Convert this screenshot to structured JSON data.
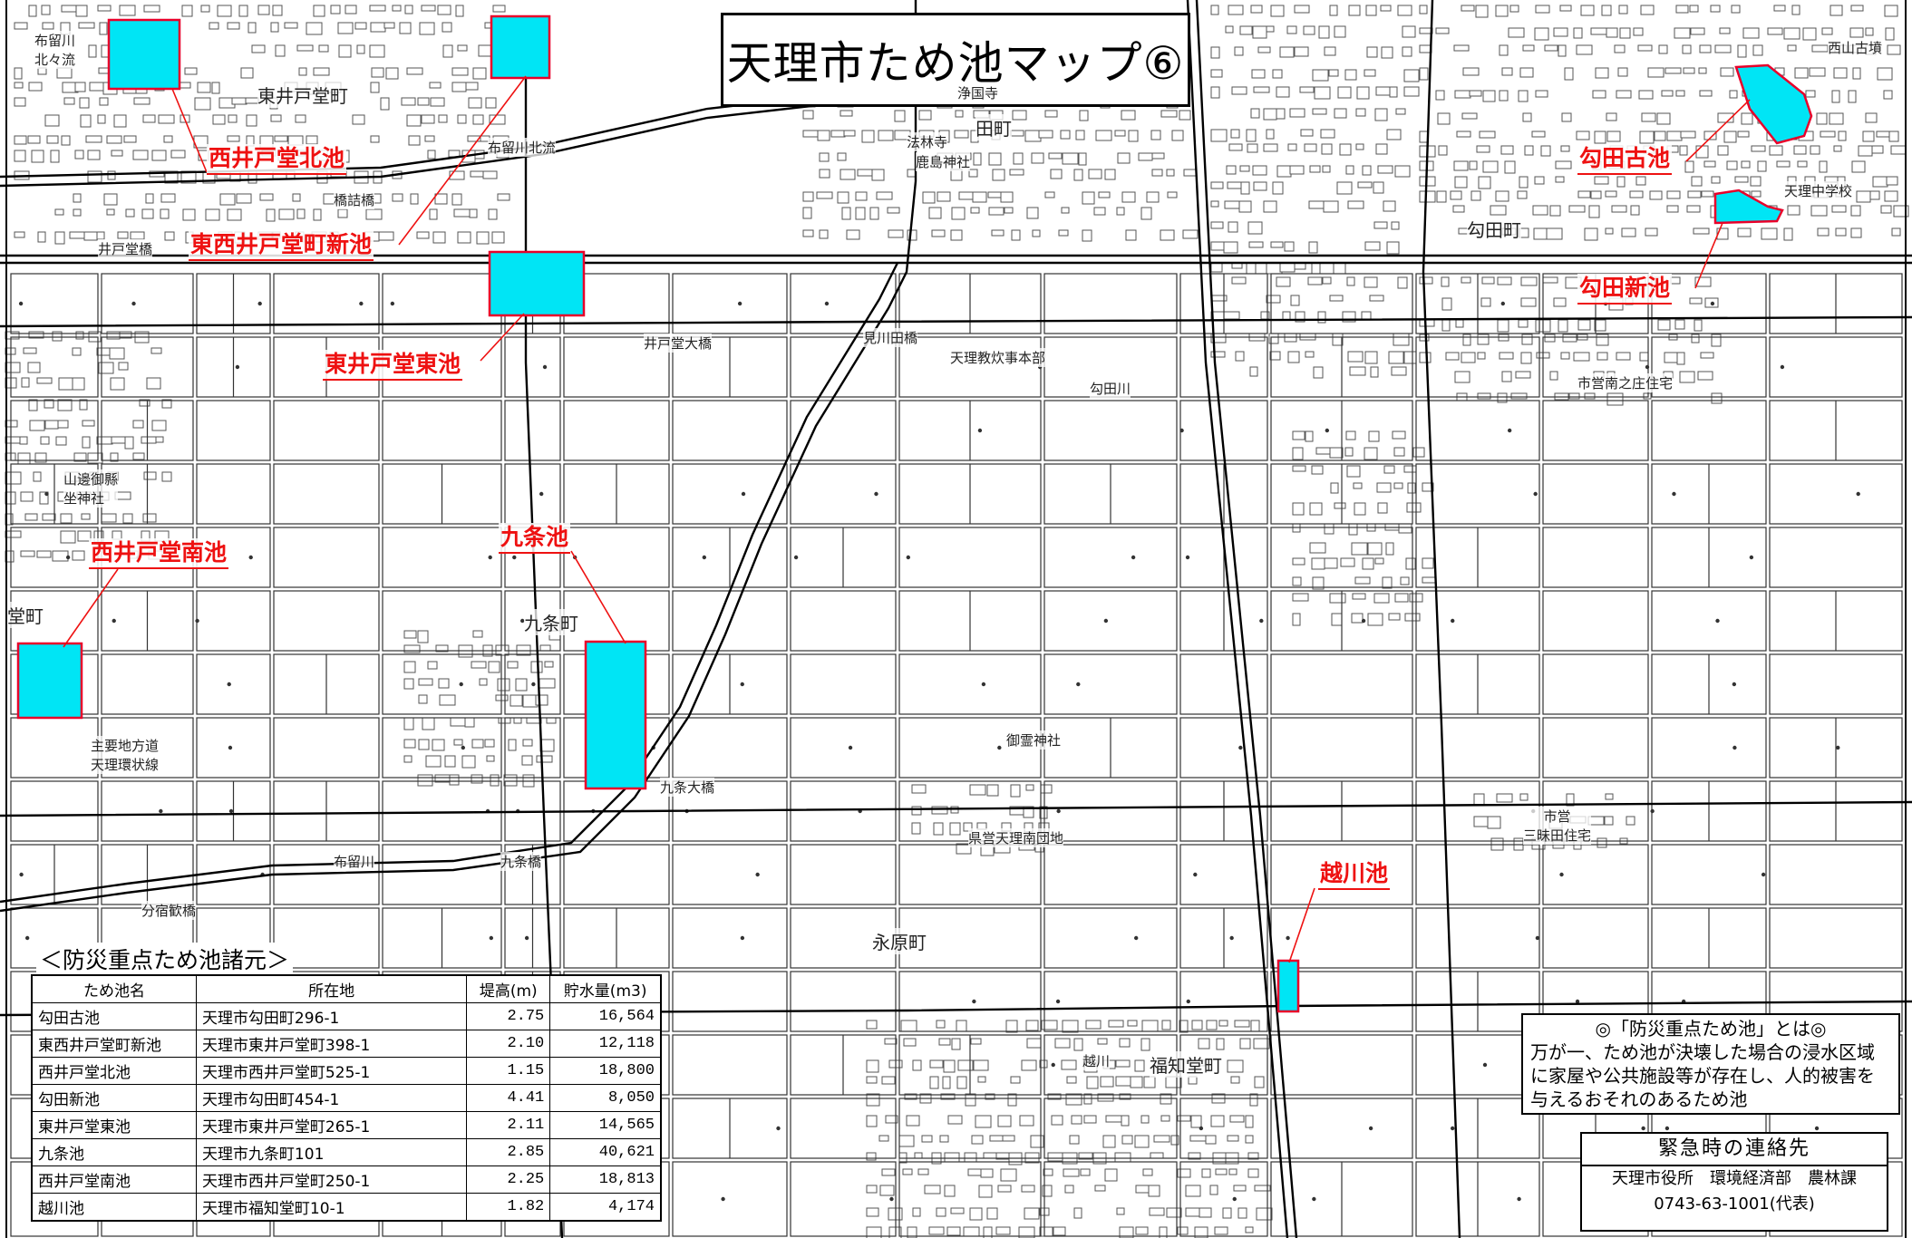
{
  "title": "天理市ため池マップ⑥",
  "colors": {
    "pond_fill": "#00e5f5",
    "pond_stroke": "#e8002a",
    "leader": "#ee1111",
    "road": "#000000"
  },
  "pond_labels": {
    "nishiido_kita": "西井戸堂北池",
    "higashi_shin": "東西井戸堂町新池",
    "higashi_higashi": "東井戸堂東池",
    "nishiido_minami": "西井戸堂南池",
    "kujo": "九条池",
    "koshikawa": "越川池",
    "magata_furu": "勾田古池",
    "magata_shin": "勾田新池"
  },
  "places": {
    "furu_kitakita": "布留川\n北々流",
    "higashi_ido_cho": "東井戸堂町",
    "furu_kita": "布留川北流",
    "hashizume": "橋詰橋",
    "ido_hashi": "井戸堂橋",
    "ido_ohashi": "井戸堂大橋",
    "jokoji": "浄国寺",
    "tacho": "田町",
    "horinji": "法林寺",
    "kashima": "鹿島神社",
    "mikawada": "見川田橋",
    "tenri_kyokai": "天理教炊事本部",
    "magata_gawa": "勾田川",
    "yamabe_jinja": "山邊御縣\n坐神社",
    "do_cho": "堂町",
    "kujo_cho": "九条町",
    "shuyo_chiho": "主要地方道\n天理環状線",
    "kujo_ohashi": "九条大橋",
    "furu_gawa": "布留川",
    "kujo_bashi": "九条橋",
    "bunshuku": "分宿歓橋",
    "goryo": "御霊神社",
    "kenei": "県営天理南団地",
    "nagahara": "永原町",
    "koshikawa_place": "越川",
    "fukuchido": "福知堂町",
    "nishiyama": "西山古墳",
    "tenri_jh": "天理中学校",
    "magata_cho": "勾田町",
    "shiei1": "市営南之庄住宅",
    "shiei2": "市営\n三昧田住宅"
  },
  "specs": {
    "heading": "＜防災重点ため池諸元＞",
    "columns": [
      "ため池名",
      "所在地",
      "堤高(m)",
      "貯水量(m3)"
    ],
    "rows": [
      [
        "勾田古池",
        "天理市勾田町296-1",
        "2.75",
        "16,564"
      ],
      [
        "東西井戸堂町新池",
        "天理市東井戸堂町398-1",
        "2.10",
        "12,118"
      ],
      [
        "西井戸堂北池",
        "天理市西井戸堂町525-1",
        "1.15",
        "18,800"
      ],
      [
        "勾田新池",
        "天理市勾田町454-1",
        "4.41",
        "8,050"
      ],
      [
        "東井戸堂東池",
        "天理市東井戸堂町265-1",
        "2.11",
        "14,565"
      ],
      [
        "九条池",
        "天理市九条町101",
        "2.85",
        "40,621"
      ],
      [
        "西井戸堂南池",
        "天理市西井戸堂町250-1",
        "2.25",
        "18,813"
      ],
      [
        "越川池",
        "天理市福知堂町10-1",
        "1.82",
        "4,174"
      ]
    ]
  },
  "definition": {
    "title": "◎「防災重点ため池」とは◎",
    "body": "万が一、ため池が決壊した場合の浸水区域に家屋や公共施設等が存在し、人的被害を与えるおそれのあるため池"
  },
  "contact": {
    "heading": "緊急時の連絡先",
    "office": "天理市役所　環境経済部　農林課",
    "phone": "0743-63-1001(代表)"
  }
}
